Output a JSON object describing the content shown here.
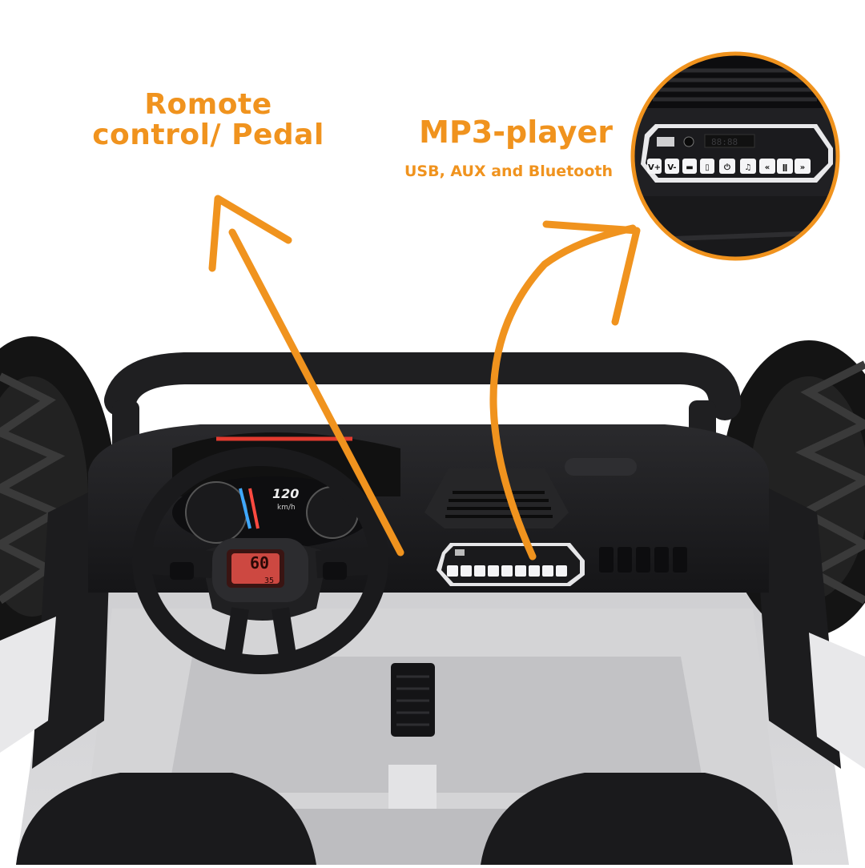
{
  "annotations": {
    "remote_line1": "Romote",
    "remote_line2": "control/ Pedal",
    "mp3_title": "MP3-player",
    "mp3_subtitle": "USB, AUX and Bluetooth"
  },
  "dashboard": {
    "speed_max": "120",
    "speed_unit": "km/h",
    "wheel_display": "60",
    "wheel_display_small": "35"
  },
  "mp3_panel": {
    "buttons": [
      "V+",
      "V-",
      "▬",
      "▯",
      "⏻",
      "♫",
      "«",
      "ǁ",
      "»"
    ],
    "display": "88:88"
  },
  "colors": {
    "accent": "#f0931e",
    "body_gray": "#cfcfd1",
    "dark": "#1c1c1e",
    "display_red": "#ff5a52"
  }
}
